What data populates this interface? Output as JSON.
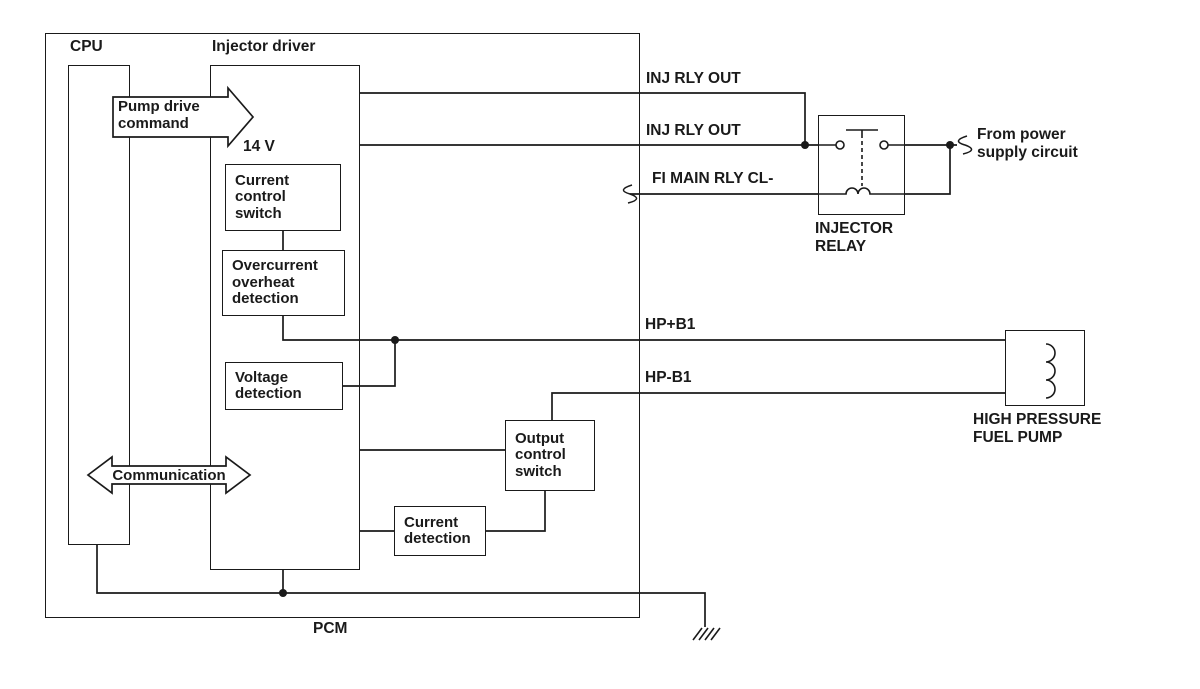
{
  "colors": {
    "ink": "#1a1a1a",
    "background": "#ffffff"
  },
  "pcm": {
    "label": "PCM"
  },
  "cpu": {
    "label": "CPU"
  },
  "injector_driver": {
    "label": "Injector driver"
  },
  "arrows": {
    "pump_drive_command": "Pump drive\ncommand",
    "communication": "Communication"
  },
  "blocks": {
    "supply_14v": "14 V",
    "current_control_switch": "Current\ncontrol\nswitch",
    "overcurrent_overheat_detection": "Overcurrent\noverheat\ndetection",
    "voltage_detection": "Voltage\ndetection",
    "output_control_switch": "Output\ncontrol\nswitch",
    "current_detection": "Current\ndetection"
  },
  "signals": {
    "inj_rly_out_top": "INJ RLY OUT",
    "inj_rly_out_bottom": "INJ RLY OUT",
    "fi_main_rly_cl": "FI MAIN RLY CL-",
    "hp_plus_b1": "HP+B1",
    "hp_minus_b1": "HP-B1"
  },
  "external": {
    "injector_relay": "INJECTOR\nRELAY",
    "from_power_supply": "From power\nsupply circuit",
    "high_pressure_fuel_pump": "HIGH PRESSURE\nFUEL PUMP"
  },
  "symbols": {
    "relay": "relay-contact-and-coil-symbol",
    "pump_coil": "inductor-coil-symbol",
    "ground": "chassis-ground-hatch-symbol",
    "wire_break": "wire-break-squiggle-symbol",
    "junction": "junction-dot"
  }
}
